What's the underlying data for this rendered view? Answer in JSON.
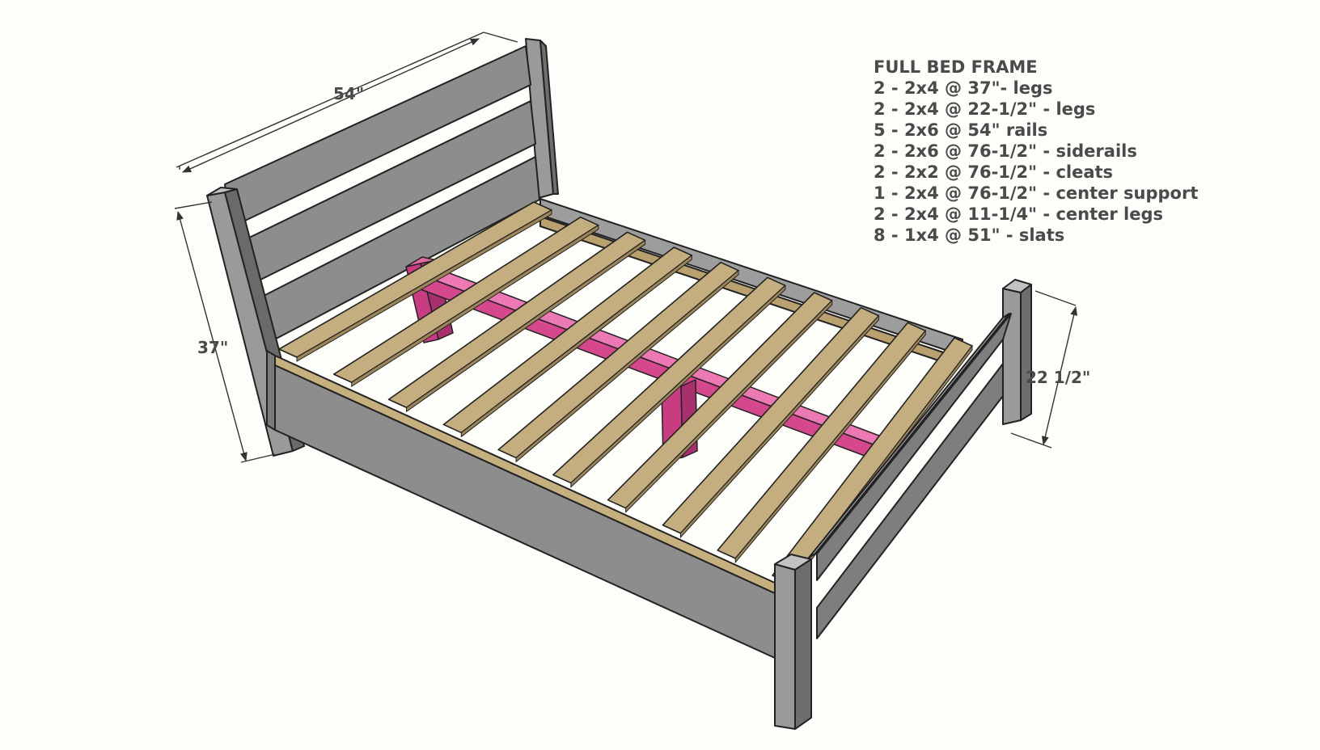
{
  "cut_list": {
    "title": "FULL BED FRAME",
    "items": [
      "2 - 2x4 @ 37\"- legs",
      "2 - 2x4 @ 22-1/2\" - legs",
      "5 - 2x6 @ 54\" rails",
      "2 - 2x6 @ 76-1/2\" - siderails",
      "2 - 2x2 @ 76-1/2\" - cleats",
      "1 - 2x4 @ 76-1/2\" - center support",
      "2 - 2x4 @ 11-1/4\" - center legs",
      "8 - 1x4 @ 51\" - slats"
    ]
  },
  "dimensions": {
    "width": "54\"",
    "headboard_height": "37\"",
    "footboard_height": "22 1/2\""
  },
  "colors": {
    "frame": "#8d8d8d",
    "frame_dark": "#6e6e6e",
    "frame_light": "#b0b0b0",
    "slat": "#c4ad7e",
    "slat_edge": "#9c8558",
    "center_support": "#d6488e",
    "outline": "#222222",
    "text": "#4a4a4a"
  }
}
